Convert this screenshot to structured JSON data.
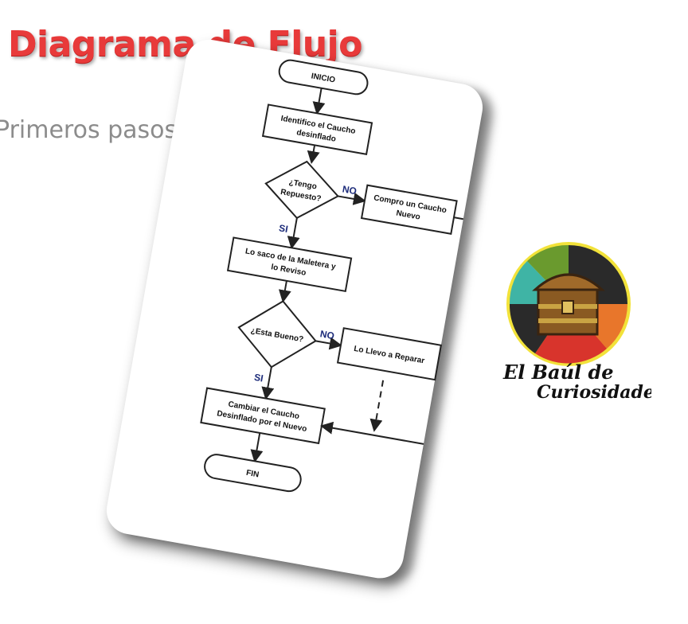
{
  "slide": {
    "title": "Diagrama de Flujo",
    "subtitle": "Primeros pasos"
  },
  "flowchart": {
    "start": "INICIO",
    "step1": [
      "Identifico el Caucho",
      "desinflado"
    ],
    "decision1": [
      "¿Tengo",
      "Repuesto?"
    ],
    "decision1_no_label": "NO",
    "decision1_yes_label": "SI",
    "buy_new": [
      "Compro un Caucho",
      "Nuevo"
    ],
    "step2": [
      "Lo saco de la Maletera y",
      "lo Reviso"
    ],
    "decision2": "¿Esta Bueno?",
    "decision2_no_label": "NO",
    "decision2_yes_label": "SI",
    "repair": "Lo Llevo a Reparar",
    "step3": [
      "Cambiar el Caucho",
      "Desinflado por el Nuevo"
    ],
    "end": "FIN"
  },
  "logo": {
    "line1": "El Baúl de",
    "line2": "Curiosidades",
    "colors": [
      "#2a2a2a",
      "#e8762b",
      "#3fb4a5",
      "#d8342c",
      "#6a9a2e",
      "#f2e23a"
    ]
  }
}
